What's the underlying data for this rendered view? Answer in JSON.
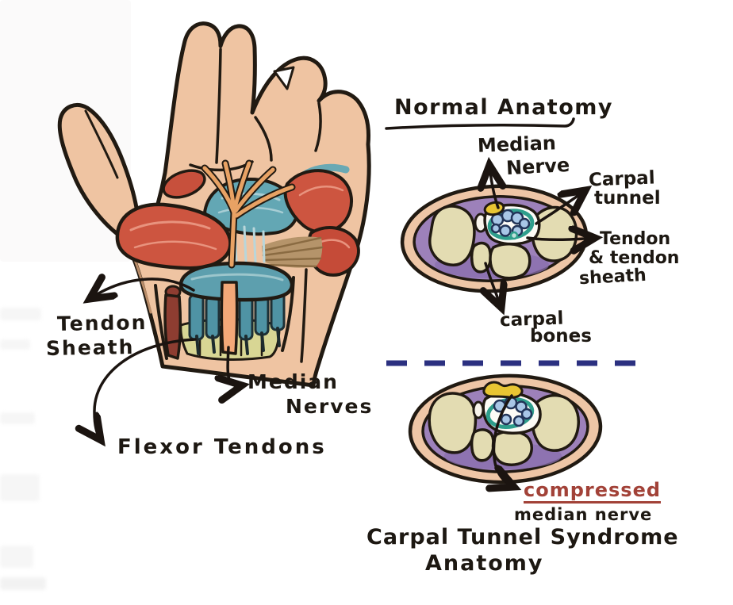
{
  "figure": {
    "hand": {
      "tendon_sheath_line1": "Tendon",
      "tendon_sheath_line2": "Sheath",
      "median_nerves_line1": "Median",
      "median_nerves_line2": "Nerves",
      "flexor_tendons": "Flexor Tendons"
    },
    "normal": {
      "title": "Normal Anatomy",
      "median_nerve_line1": "Median",
      "median_nerve_line2": "Nerve",
      "carpal_tunnel_line1": "Carpal",
      "carpal_tunnel_line2": "tunnel",
      "tendon_sheath_line1": "Tendon",
      "tendon_sheath_line2": "& tendon",
      "tendon_sheath_line3": "sheath",
      "carpal_bones_line1": "carpal",
      "carpal_bones_line2": "bones"
    },
    "syndrome": {
      "compressed": "compressed",
      "median_nerve": "median nerve",
      "title_line1": "Carpal Tunnel Syndrome",
      "title_line2": "Anatomy"
    },
    "colors": {
      "ink": "#211a12",
      "skin": "#efc4a2",
      "skin_ring": "#eec6a6",
      "muscle_red": "#cd5540",
      "tunnel_teal": "#5d9fae",
      "teal_rim": "#2f9e8c",
      "nerve_orange": "#f3a878",
      "median_nerve_yellow": "#e8c533",
      "bone_cream": "#e3dcb2",
      "interior_purple": "#9d81ba",
      "tendon_blue": "#a8c6e6",
      "tendon_sheath_red": "#8e3d31",
      "ligament_brown": "#b5946a",
      "divider_navy": "#2b3080",
      "compressed_text_red": "#a24238"
    }
  }
}
